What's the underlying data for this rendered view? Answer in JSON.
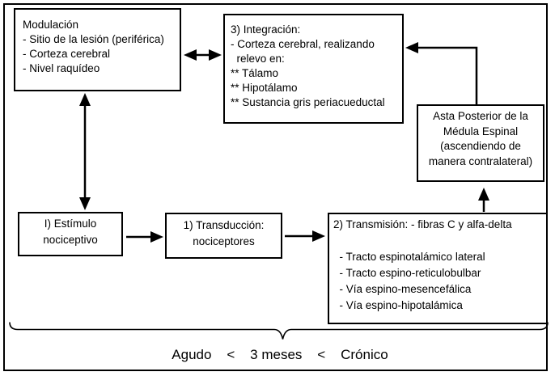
{
  "diagram": {
    "boxes": {
      "modulacion": {
        "lines": [
          "Modulación",
          "- Sitio de la lesión (periférica)",
          "- Corteza cerebral",
          "- Nivel raquídeo"
        ]
      },
      "integracion": {
        "lines": [
          "3) Integración:",
          "- Corteza cerebral, realizando",
          "  relevo en:",
          "** Tálamo",
          "** Hipotálamo",
          "** Sustancia gris periacueductal"
        ]
      },
      "asta_posterior": {
        "lines": [
          "Asta Posterior de la",
          "Médula Espinal",
          "(ascendiendo de",
          "manera contralateral)"
        ]
      },
      "estimulo": {
        "lines": [
          "I) Estímulo",
          "nociceptivo"
        ]
      },
      "transduccion": {
        "lines": [
          "1) Transducción:",
          "nociceptores"
        ]
      },
      "transmision": {
        "lines": [
          "2) Transmisión: - fibras C y alfa-delta",
          "",
          "  - Tracto espinotalámico lateral",
          "  - Tracto espino-reticulobulbar",
          "  - Vía espino-mesencefálica",
          "  - Vía espino-hipotalámica"
        ]
      }
    },
    "connections": [
      {
        "from": "modulacion",
        "to": "integracion",
        "style": "double-headed"
      },
      {
        "from": "modulacion",
        "to": "estimulo",
        "style": "double-headed"
      },
      {
        "from": "estimulo",
        "to": "transduccion",
        "style": "single"
      },
      {
        "from": "transduccion",
        "to": "transmision",
        "style": "single"
      },
      {
        "from": "transmision",
        "to": "asta_posterior",
        "style": "single"
      },
      {
        "from": "asta_posterior",
        "to": "integracion",
        "style": "single-elbow"
      }
    ],
    "timeline_label": "Agudo    <    3 meses    <    Crónico",
    "colors": {
      "line": "#000000",
      "background": "#ffffff"
    }
  }
}
